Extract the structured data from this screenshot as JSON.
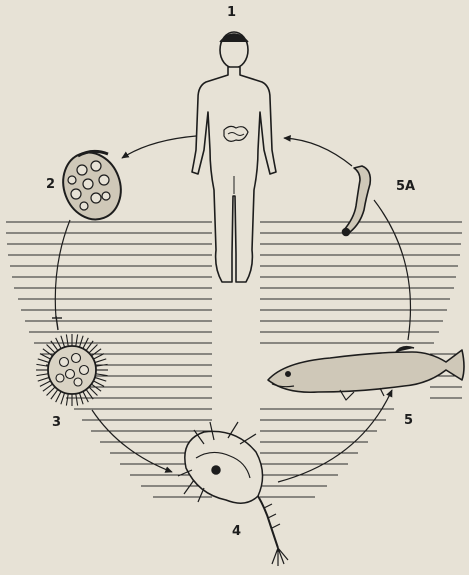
{
  "stages": [
    {
      "id": "human",
      "label": "1"
    },
    {
      "id": "egg",
      "label": "2"
    },
    {
      "id": "coracidium",
      "label": "3"
    },
    {
      "id": "copepod",
      "label": "4"
    },
    {
      "id": "fish",
      "label": "5"
    },
    {
      "id": "plerocercoid",
      "label": "5A"
    }
  ],
  "colors": {
    "paper": "#e7e2d6",
    "ink": "#1d1d1d",
    "water_lines": "#2a2a2a"
  }
}
